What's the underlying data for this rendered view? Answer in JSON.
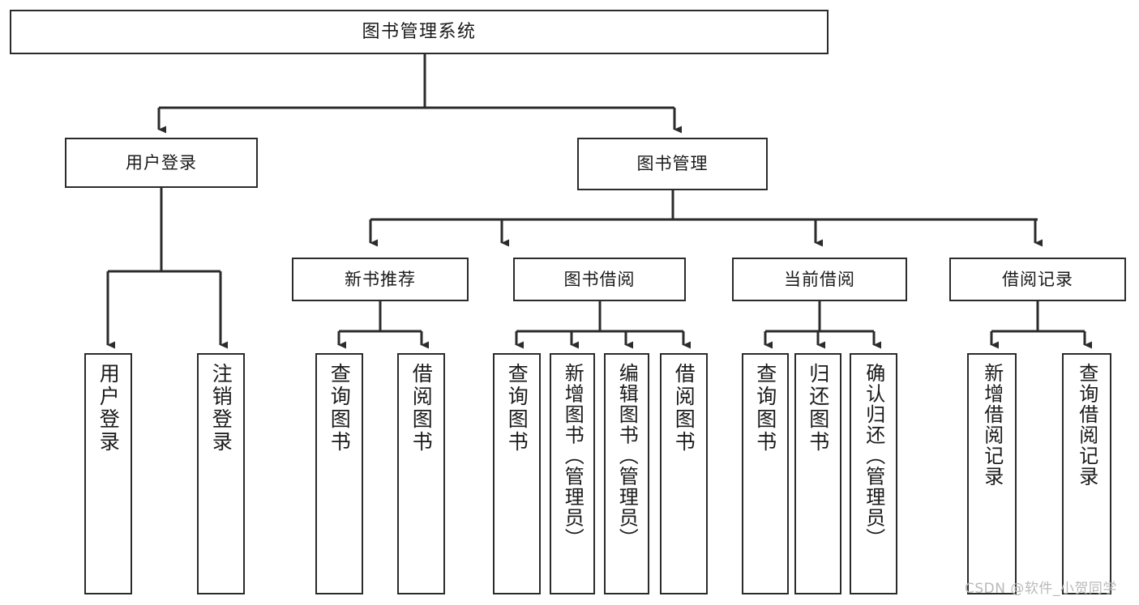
{
  "diagram": {
    "type": "tree",
    "title": "图书管理系统",
    "orientation": "top-down",
    "root": {
      "id": "root",
      "label": "图书管理系统"
    },
    "level1": [
      {
        "id": "user-login",
        "label": "用户登录"
      },
      {
        "id": "book-management",
        "label": "图书管理"
      }
    ],
    "level2": [
      {
        "id": "new-book-recommend",
        "label": "新书推荐",
        "parent": "book-management"
      },
      {
        "id": "book-borrow",
        "label": "图书借阅",
        "parent": "book-management"
      },
      {
        "id": "current-borrow",
        "label": "当前借阅",
        "parent": "book-management"
      },
      {
        "id": "borrow-record",
        "label": "借阅记录",
        "parent": "book-management"
      }
    ],
    "leaves": {
      "user_login": [
        {
          "id": "leaf-user-login",
          "label": "用户登录"
        },
        {
          "id": "leaf-logout",
          "label": "注销登录"
        }
      ],
      "new_book_recommend": [
        {
          "id": "leaf-query-book-1",
          "label": "查询图书"
        },
        {
          "id": "leaf-borrow-book-1",
          "label": "借阅图书"
        }
      ],
      "book_borrow": [
        {
          "id": "leaf-query-book-2",
          "label": "查询图书"
        },
        {
          "id": "leaf-add-book",
          "label": "新增图书（管理员）"
        },
        {
          "id": "leaf-edit-book",
          "label": "编辑图书（管理员）"
        },
        {
          "id": "leaf-borrow-book-2",
          "label": "借阅图书"
        }
      ],
      "current_borrow": [
        {
          "id": "leaf-query-book-3",
          "label": "查询图书"
        },
        {
          "id": "leaf-return-book",
          "label": "归还图书"
        },
        {
          "id": "leaf-confirm-return",
          "label": "确认归还（管理员）"
        }
      ],
      "borrow_record": [
        {
          "id": "leaf-add-record",
          "label": "新增借阅记录"
        },
        {
          "id": "leaf-query-record",
          "label": "查询借阅记录"
        }
      ]
    }
  },
  "watermark": {
    "text": "CSDN @软件_小贺同学"
  },
  "colors": {
    "background": "#ffffff",
    "node_border": "#2b2b2b",
    "node_fill": "#ffffff",
    "edge": "#2b2b2b",
    "text": "#1a1a1a",
    "watermark": "#b9b9b9"
  }
}
